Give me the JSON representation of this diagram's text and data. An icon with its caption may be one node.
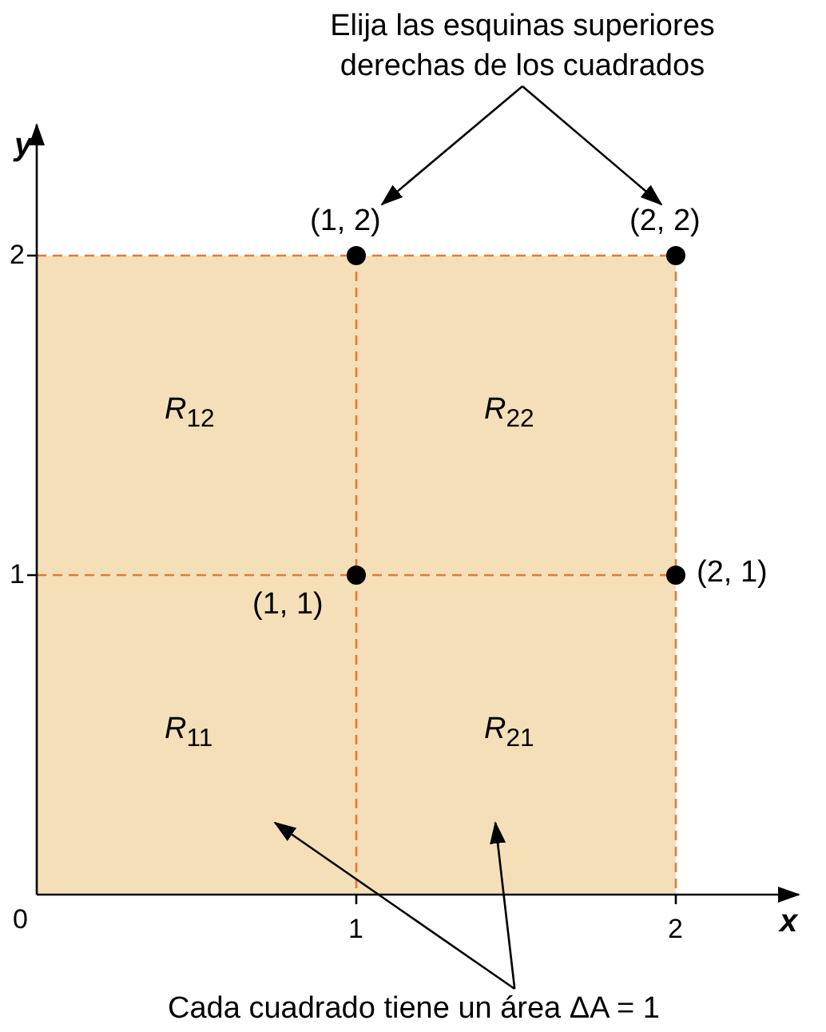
{
  "diagram": {
    "nodes": [
      {
        "text": [
          "Elija las esquinas superiores derechas de los cuadrados"
        ]
      },
      {
        "text": [
          "(1, 2)"
        ]
      },
      {
        "text": [
          "(2, 2)"
        ]
      },
      {
        "text": [
          "(1, 1)"
        ]
      },
      {
        "text": [
          "(2, 1)"
        ]
      },
      {
        "text": [
          "*R*$_{12}$"
        ]
      },
      {
        "text": [
          "*R*$_{22}$"
        ]
      },
      {
        "text": [
          "*R*$_{11}$"
        ]
      },
      {
        "text": [
          "*R*$_{21}$"
        ]
      },
      {
        "text": [
          "Cada cuadrado tiene un área ΔA = 1"
        ]
      }
    ],
    "edges": [
      {
        "from": 0,
        "to": 1,
        "arrow": "to"
      },
      {
        "from": 0,
        "to": 2,
        "arrow": "to"
      },
      {
        "from": 9,
        "to": 7,
        "arrow": "to"
      },
      {
        "from": 9,
        "to": 8,
        "arrow": "to"
      }
    ],
    "labels": [
      "y",
      "2",
      "1",
      "0",
      "1",
      "2",
      "x"
    ]
  }
}
